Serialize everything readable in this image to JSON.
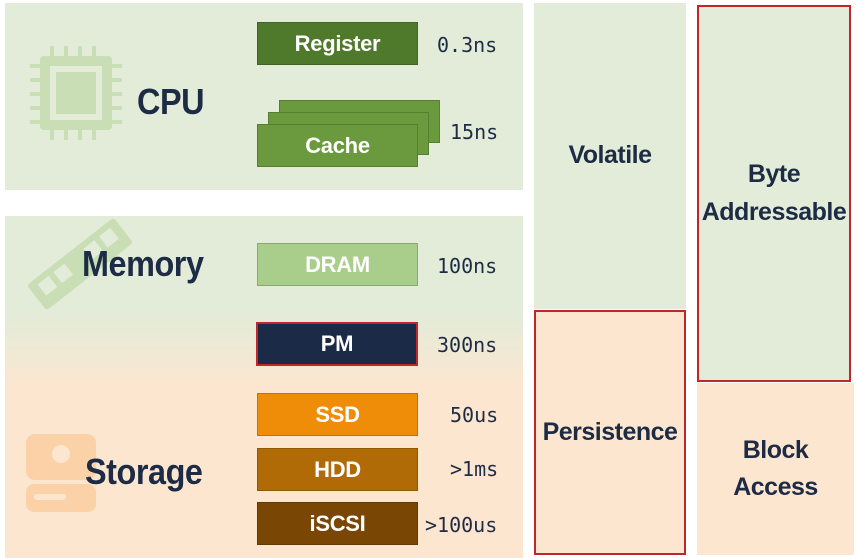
{
  "sections": {
    "cpu": "CPU",
    "memory": "Memory",
    "storage": "Storage"
  },
  "tiers": {
    "register": {
      "label": "Register",
      "latency": "0.3ns",
      "color": "#4f7a2c"
    },
    "cache": {
      "label": "Cache",
      "latency": "15ns",
      "color": "#6a9a3d"
    },
    "dram": {
      "label": "DRAM",
      "latency": "100ns",
      "color": "#a9cd8a"
    },
    "pm": {
      "label": "PM",
      "latency": "300ns",
      "color": "#1b2a47"
    },
    "ssd": {
      "label": "SSD",
      "latency": "50us",
      "color": "#ef8d09"
    },
    "hdd": {
      "label": "HDD",
      "latency": ">1ms",
      "color": "#b06b07"
    },
    "iscsi": {
      "label": "iSCSI",
      "latency": ">100us",
      "color": "#7a4604"
    }
  },
  "columns": {
    "volatile": "Volatile",
    "persistence": "Persistence",
    "byte_line1": "Byte",
    "byte_line2": "Addressable",
    "block_line1": "Block",
    "block_line2": "Access"
  },
  "icons": [
    "cpu-chip-icon",
    "memory-module-icon",
    "storage-drive-icon"
  ],
  "colors": {
    "volatile_bg": "#e2ecd9",
    "persistent_bg": "#fde6cf",
    "highlight_border": "#c0272d",
    "text": "#1d2b45"
  }
}
